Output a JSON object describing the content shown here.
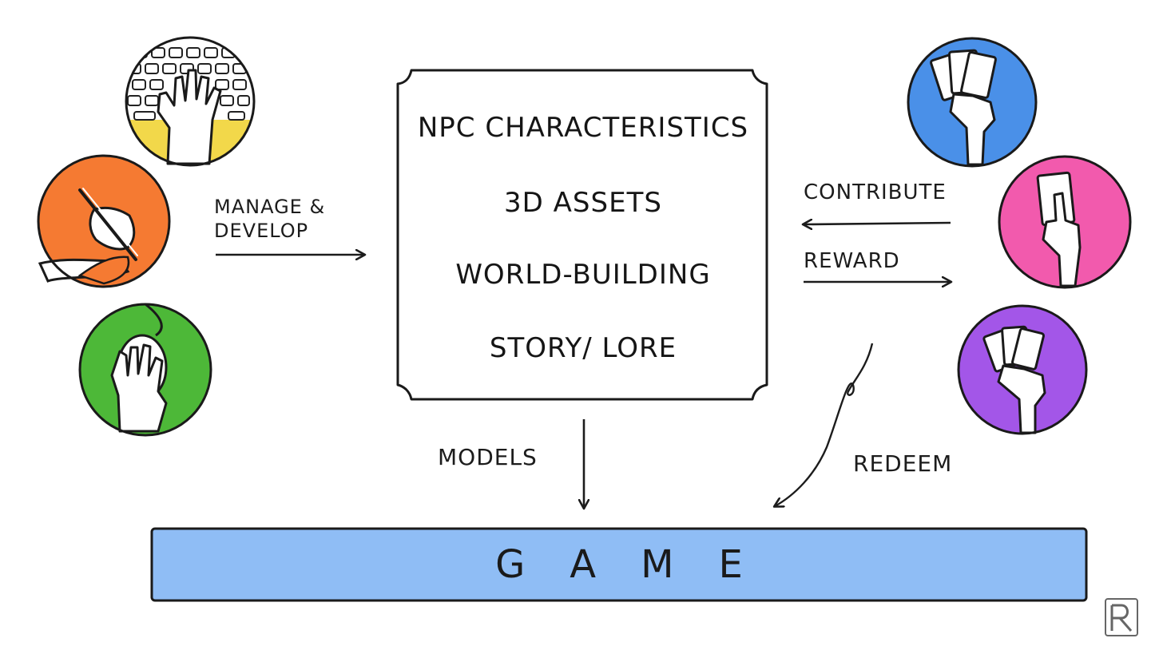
{
  "center_box": {
    "items": [
      "NPC CHARACTERISTICS",
      "3D ASSETS",
      "WORLD-BUILDING",
      "STORY/ LORE"
    ]
  },
  "arrows": {
    "manage_develop": "MANAGE &\nDEVELOP",
    "contribute": "CONTRIBUTE",
    "reward": "REWARD",
    "models": "MODELS",
    "redeem": "REDEEM"
  },
  "game": {
    "label": "GAME"
  },
  "creators": [
    {
      "icon": "keyboard-typing-hand-icon",
      "color": "#f2d84a"
    },
    {
      "icon": "pen-drawing-hand-icon",
      "color": "#f57a32"
    },
    {
      "icon": "mouse-hand-icon",
      "color": "#4db838"
    }
  ],
  "players": [
    {
      "icon": "hand-holding-cards-icon",
      "color": "#4a90e8"
    },
    {
      "icon": "hand-holding-card-icon",
      "color": "#f25aad"
    },
    {
      "icon": "hand-holding-cards-icon",
      "color": "#a356e8"
    }
  ],
  "colors": {
    "game_bar": "#8fbdf5",
    "ink": "#1c1c1c"
  },
  "watermark": "logo-mark"
}
